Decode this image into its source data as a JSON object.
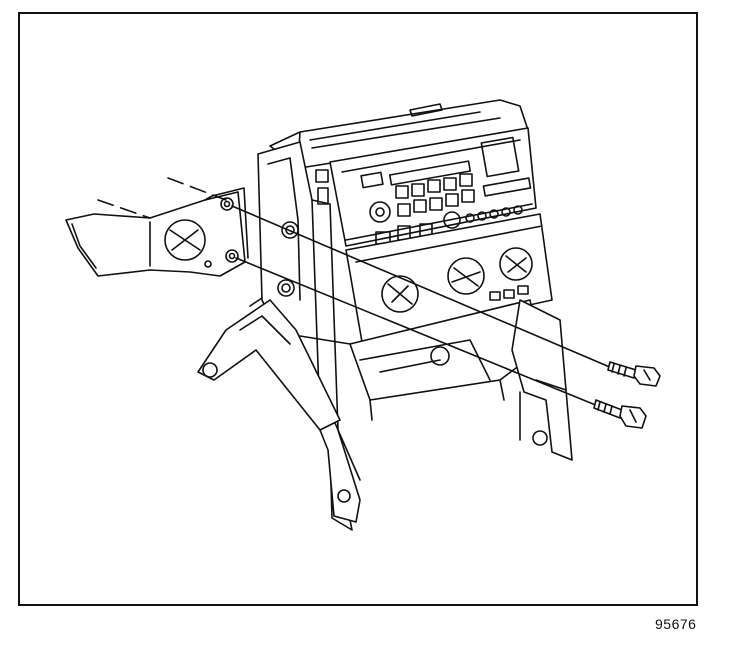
{
  "figure": {
    "id": "95676"
  },
  "colors": {
    "ink": "#111111",
    "paper": "#ffffff"
  },
  "parts": [
    {
      "name": "mounting-bracket",
      "icon": "bracket-outline"
    },
    {
      "name": "radio-hvac-housing",
      "icon": "console-outline"
    },
    {
      "name": "upper-bolt",
      "icon": "bolt-icon"
    },
    {
      "name": "lower-bolt",
      "icon": "bolt-icon"
    }
  ]
}
